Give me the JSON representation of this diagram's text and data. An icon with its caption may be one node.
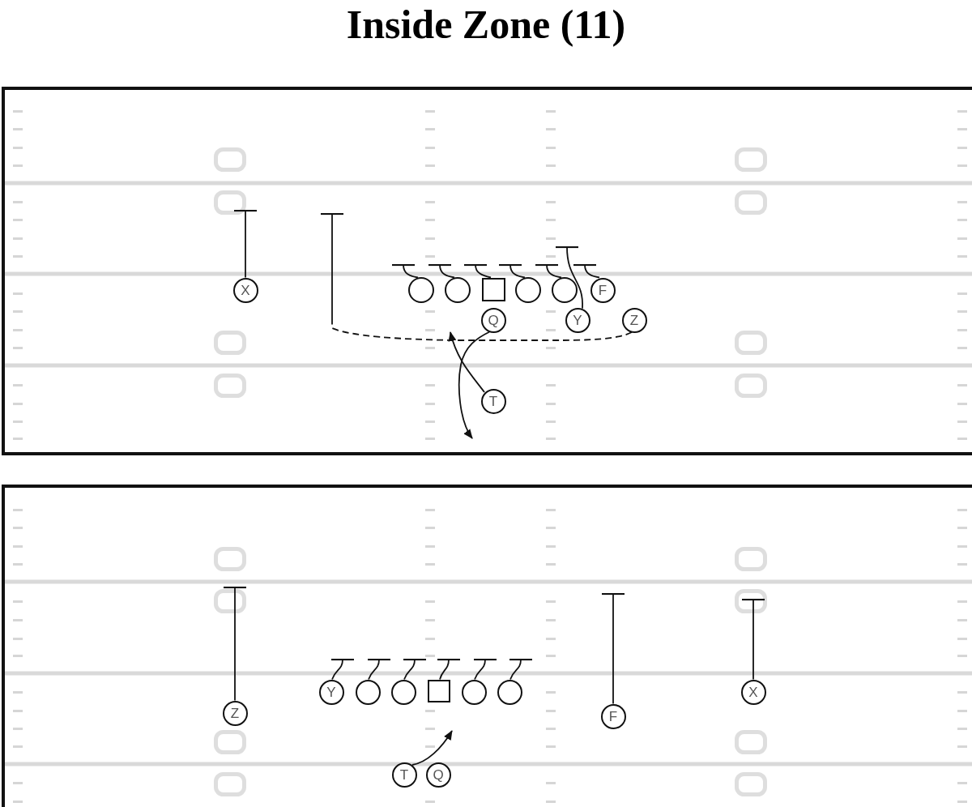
{
  "diagram": {
    "title": "Inside Zone (11)",
    "nodes": [
      {
        "text": [],
        "shape": "box"
      },
      {
        "text": [
          "X"
        ],
        "in": 0
      },
      {
        "text": [],
        "shape": "circle",
        "in": 0
      },
      {
        "text": [],
        "shape": "circle",
        "in": 0
      },
      {
        "text": [],
        "shape": "box",
        "in": 0
      },
      {
        "text": [],
        "shape": "circle",
        "in": 0
      },
      {
        "text": [],
        "shape": "circle",
        "in": 0
      },
      {
        "text": [
          "F"
        ],
        "in": 0
      },
      {
        "text": [
          "Q"
        ],
        "in": 0
      },
      {
        "text": [
          "Y"
        ],
        "in": 0
      },
      {
        "text": [
          "Z"
        ],
        "in": 0
      },
      {
        "text": [
          "T"
        ],
        "in": 0
      },
      {
        "text": [],
        "shape": "box"
      },
      {
        "text": [
          "Y"
        ],
        "in": 12
      },
      {
        "text": [],
        "shape": "circle",
        "in": 12
      },
      {
        "text": [],
        "shape": "circle",
        "in": 12
      },
      {
        "text": [],
        "shape": "box",
        "in": 12
      },
      {
        "text": [],
        "shape": "circle",
        "in": 12
      },
      {
        "text": [],
        "shape": "circle",
        "in": 12
      },
      {
        "text": [
          "X"
        ],
        "in": 12
      },
      {
        "text": [
          "Z"
        ],
        "in": 12
      },
      {
        "text": [
          "F"
        ],
        "in": 12
      },
      {
        "text": [
          "T"
        ],
        "in": 12
      },
      {
        "text": [
          "Q"
        ],
        "in": 12
      }
    ],
    "edges": [
      {
        "from": 1,
        "to": null,
        "arrow": "other"
      },
      {
        "from": 10,
        "to": null,
        "arrow": "other",
        "style": "dashed"
      },
      {
        "from": 2,
        "to": null,
        "arrow": "other"
      },
      {
        "from": 3,
        "to": null,
        "arrow": "other"
      },
      {
        "from": 4,
        "to": null,
        "arrow": "other"
      },
      {
        "from": 5,
        "to": null,
        "arrow": "other"
      },
      {
        "from": 6,
        "to": null,
        "arrow": "other"
      },
      {
        "from": 7,
        "to": null,
        "arrow": "other"
      },
      {
        "from": 9,
        "to": null,
        "arrow": "other"
      },
      {
        "from": 8,
        "to": null,
        "arrow": "to"
      },
      {
        "from": 11,
        "to": null,
        "arrow": "to"
      },
      {
        "from": 20,
        "to": null,
        "arrow": "other"
      },
      {
        "from": 13,
        "to": null,
        "arrow": "other"
      },
      {
        "from": 14,
        "to": null,
        "arrow": "other"
      },
      {
        "from": 15,
        "to": null,
        "arrow": "other"
      },
      {
        "from": 16,
        "to": null,
        "arrow": "other"
      },
      {
        "from": 17,
        "to": null,
        "arrow": "other"
      },
      {
        "from": 18,
        "to": null,
        "arrow": "other"
      },
      {
        "from": 21,
        "to": null,
        "arrow": "other"
      },
      {
        "from": 19,
        "to": null,
        "arrow": "other"
      },
      {
        "from": 22,
        "to": null,
        "arrow": "to"
      }
    ]
  }
}
